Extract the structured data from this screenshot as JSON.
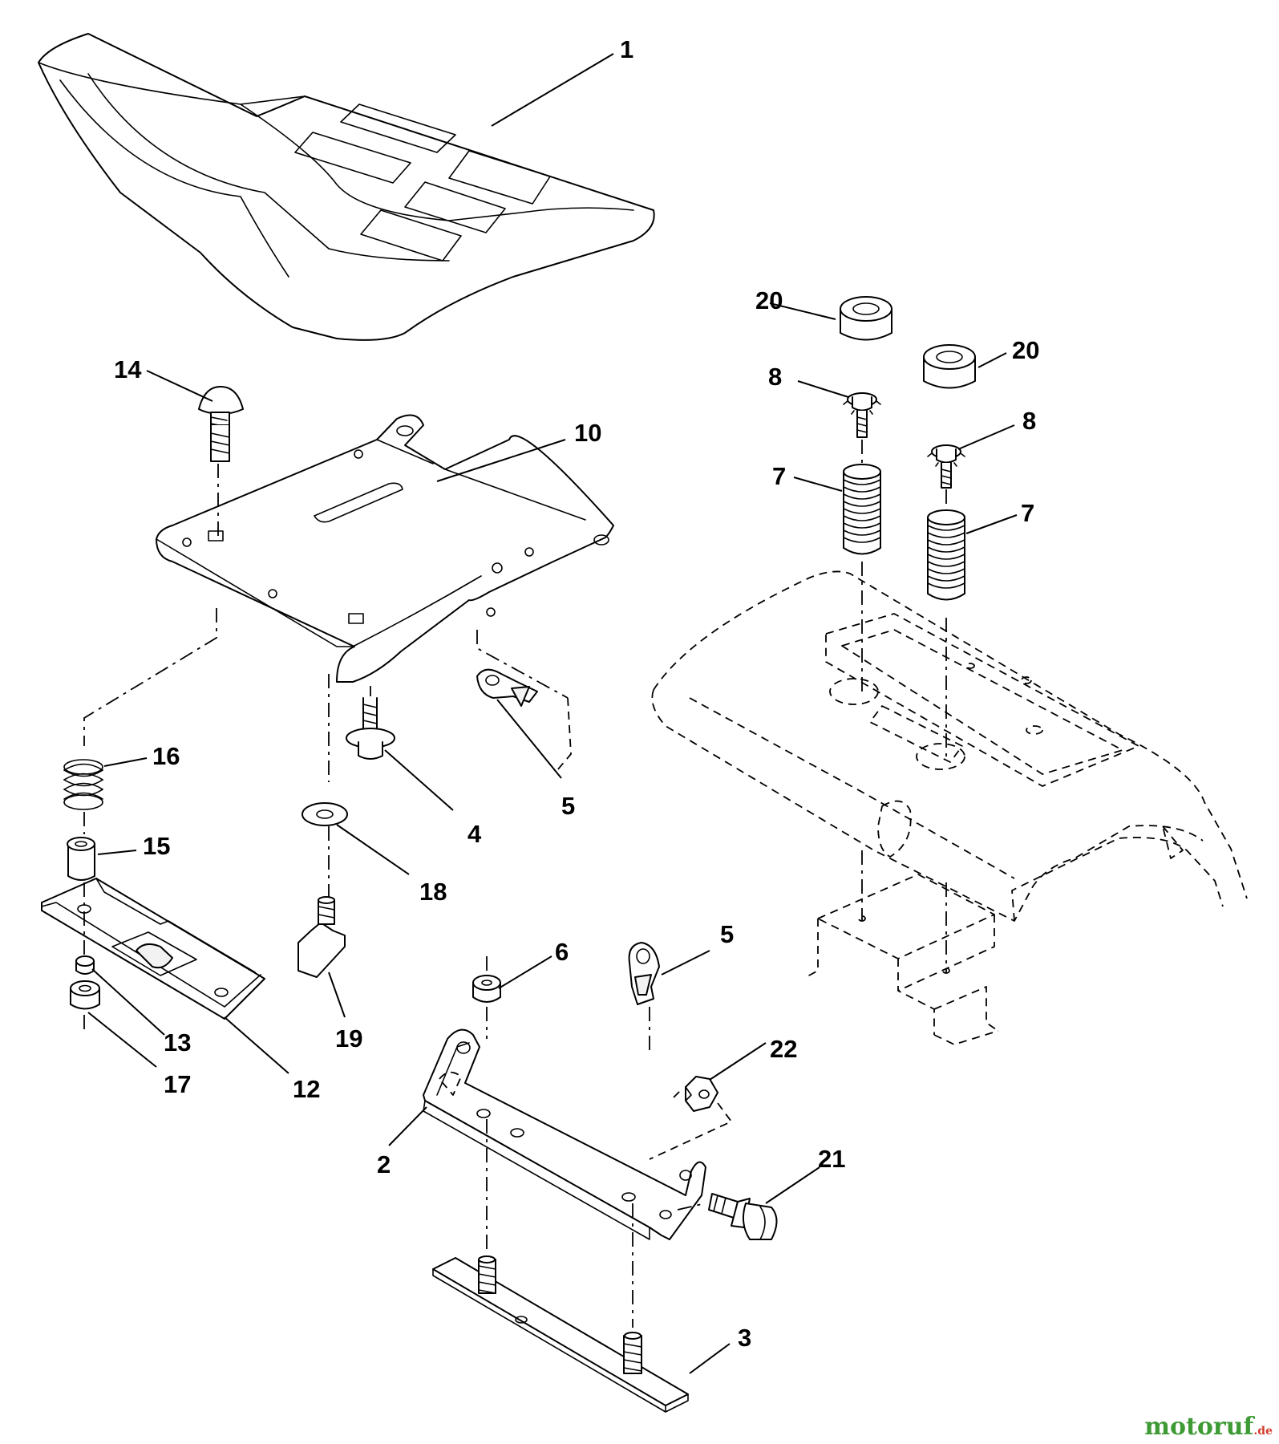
{
  "callouts": {
    "c1": "1",
    "c2": "2",
    "c3": "3",
    "c4": "4",
    "c5a": "5",
    "c5b": "5",
    "c6": "6",
    "c7a": "7",
    "c7b": "7",
    "c8a": "8",
    "c8b": "8",
    "c10": "10",
    "c12": "12",
    "c13": "13",
    "c14": "14",
    "c15": "15",
    "c16": "16",
    "c17": "17",
    "c18": "18",
    "c19": "19",
    "c20a": "20",
    "c20b": "20",
    "c21": "21",
    "c22": "22"
  },
  "watermark": {
    "name": "motoruf",
    "tld": ".de"
  }
}
